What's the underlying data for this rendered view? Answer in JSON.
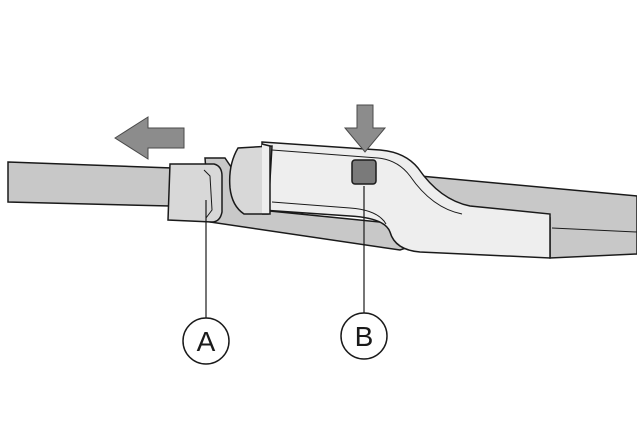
{
  "callouts": [
    {
      "id": "A",
      "label": "A"
    },
    {
      "id": "B",
      "label": "B"
    }
  ],
  "icons": {
    "move_direction": "arrow-left-icon",
    "press_direction": "arrow-down-icon"
  },
  "colors": {
    "outline": "#1a1a1a",
    "fill_dark": "#c8c8c8",
    "fill_light": "#eeeeee",
    "fill_mid": "#d8d8d8",
    "arrow": "#8c8c8c",
    "button": "#7a7a7a",
    "background": "#ffffff"
  }
}
